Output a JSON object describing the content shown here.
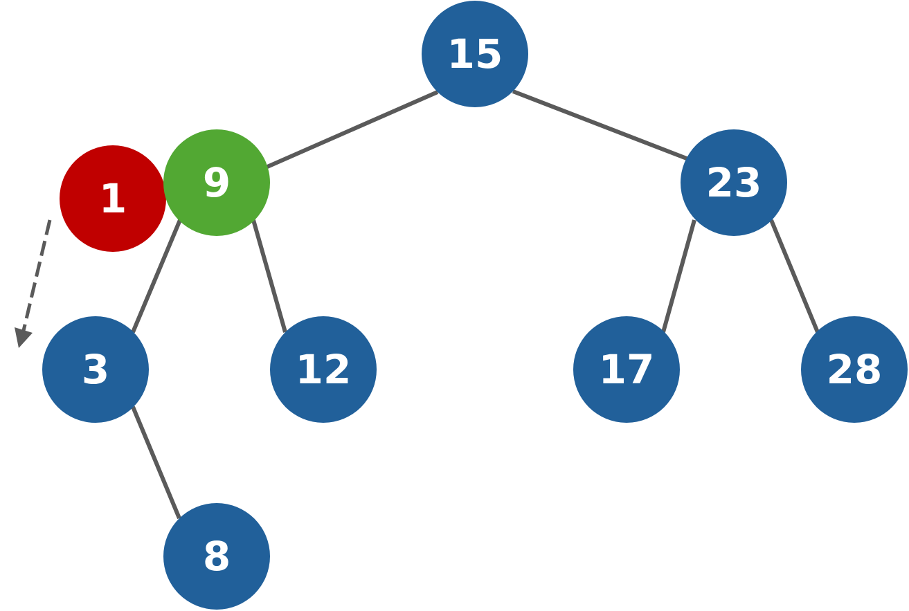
{
  "diagram": {
    "colors": {
      "node": "#21609a",
      "highlight": "#52a833",
      "inserted": "#c00000",
      "edge": "#5a5a5a",
      "text": "#ffffff"
    },
    "nodes": [
      {
        "id": "n15",
        "label": "15",
        "role": "node"
      },
      {
        "id": "n9",
        "label": "9",
        "role": "highlight"
      },
      {
        "id": "n23",
        "label": "23",
        "role": "node"
      },
      {
        "id": "n3",
        "label": "3",
        "role": "node"
      },
      {
        "id": "n12",
        "label": "12",
        "role": "node"
      },
      {
        "id": "n17",
        "label": "17",
        "role": "node"
      },
      {
        "id": "n28",
        "label": "28",
        "role": "node"
      },
      {
        "id": "n8",
        "label": "8",
        "role": "node"
      },
      {
        "id": "n1",
        "label": "1",
        "role": "inserted"
      }
    ],
    "edges": [
      {
        "from": "n15",
        "to": "n9"
      },
      {
        "from": "n15",
        "to": "n23"
      },
      {
        "from": "n9",
        "to": "n3"
      },
      {
        "from": "n9",
        "to": "n12"
      },
      {
        "from": "n23",
        "to": "n17"
      },
      {
        "from": "n23",
        "to": "n28"
      },
      {
        "from": "n3",
        "to": "n8"
      }
    ],
    "moves": [
      {
        "from": "n1",
        "direction": "down-left"
      }
    ]
  }
}
